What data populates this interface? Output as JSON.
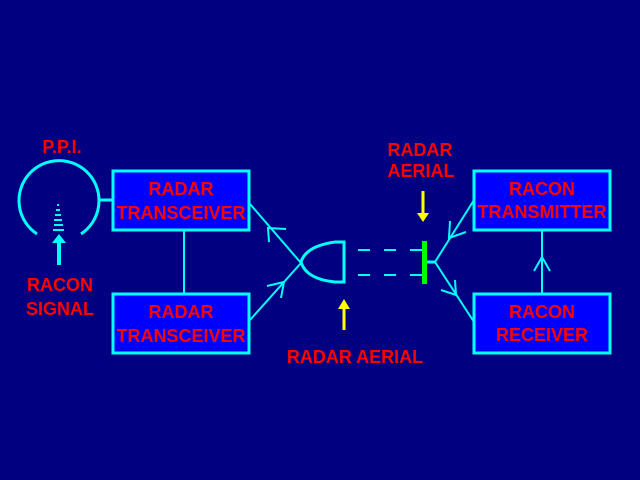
{
  "labels": {
    "ppi": "P.P.I.",
    "racon_signal": [
      "RACON",
      "SIGNAL"
    ],
    "radar_aerial_bottom": "RADAR AERIAL",
    "radar_aerial_top": [
      "RADAR",
      "AERIAL"
    ]
  },
  "boxes": {
    "radar_transceiver_1": [
      "RADAR",
      "TRANSCEIVER"
    ],
    "radar_transceiver_2": [
      "RADAR",
      "TRANSCEIVER"
    ],
    "racon_transmitter": [
      "RACON",
      "TRANSMITTER"
    ],
    "racon_receiver": [
      "RACON",
      "RECEIVER"
    ]
  },
  "colors": {
    "background": "#000080",
    "box_fill": "#0000FF",
    "lines": "#00FFFF",
    "text": "#FF0000",
    "pointer_arrows": "#FFFF00",
    "racon_aerial": "#00FF00"
  }
}
